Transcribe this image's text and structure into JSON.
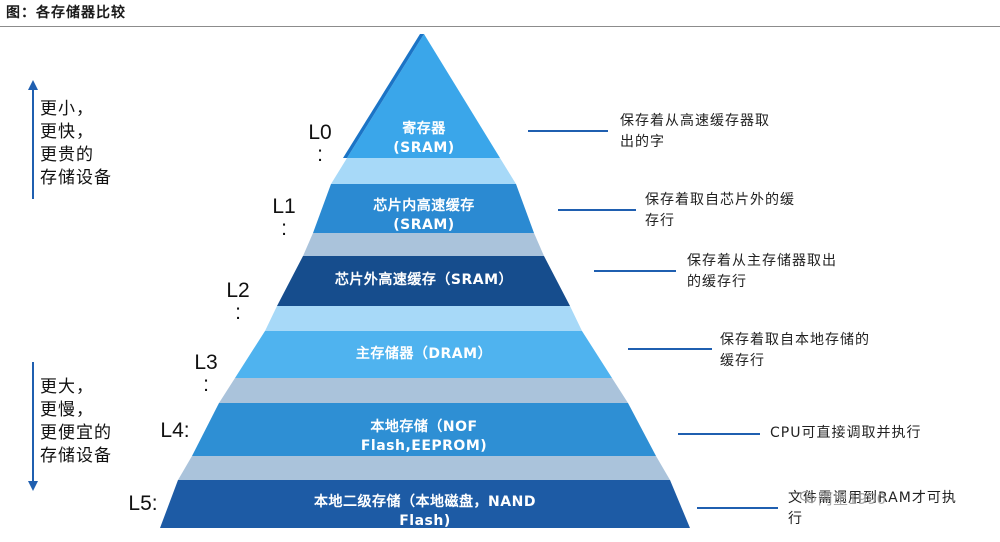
{
  "figure_title": "图：各存储器比较",
  "side_labels": {
    "top": [
      "更小，",
      "更快，",
      "更贵的",
      "存储设备"
    ],
    "bottom": [
      "更大，",
      "更慢，",
      "更便宜的",
      "存储设备"
    ]
  },
  "levels": [
    {
      "level": "L0",
      "colon": ":",
      "tier_lines": [
        "寄存器",
        "(SRAM)"
      ],
      "desc_lines": [
        "保存着从高速缓存器取",
        "出的字"
      ]
    },
    {
      "level": "L1",
      "colon": ":",
      "tier_lines": [
        "芯片内高速缓存",
        "(SRAM)"
      ],
      "desc_lines": [
        "保存着取自芯片外的缓",
        "存行"
      ]
    },
    {
      "level": "L2",
      "colon": ":",
      "tier_lines": [
        "芯片外高速缓存（SRAM）"
      ],
      "desc_lines": [
        "保存着从主存储器取出",
        "的缓存行"
      ]
    },
    {
      "level": "L3",
      "colon": ":",
      "tier_lines": [
        "主存储器（DRAM）"
      ],
      "desc_lines": [
        "保存着取自本地存储的",
        "缓存行"
      ]
    },
    {
      "level": "L4:",
      "colon": "",
      "tier_lines": [
        "本地存储（NOF",
        "Flash,EEPROM)"
      ],
      "desc_lines": [
        "CPU可直接调取并执行"
      ]
    },
    {
      "level": "L5:",
      "colon": "",
      "tier_lines": [
        "本地二级存储（本地磁盘，NAND",
        "Flash)"
      ],
      "desc_lines": [
        "文件需调用到RAM才可执",
        "行"
      ]
    }
  ],
  "watermark": "阿里1990",
  "colors": {
    "tier_l0": "#3aa6ea",
    "tier_l1": "#2b8ad2",
    "tier_l2": "#164d8d",
    "tier_l3": "#4fb3ef",
    "tier_l4": "#2e8fd4",
    "tier_l5": "#1d5ba5",
    "band_light": "#a7d9f8",
    "band_grey": "#aac3db",
    "pointer_line": "#1f5fb0",
    "arrow": "#1f5fb0"
  }
}
